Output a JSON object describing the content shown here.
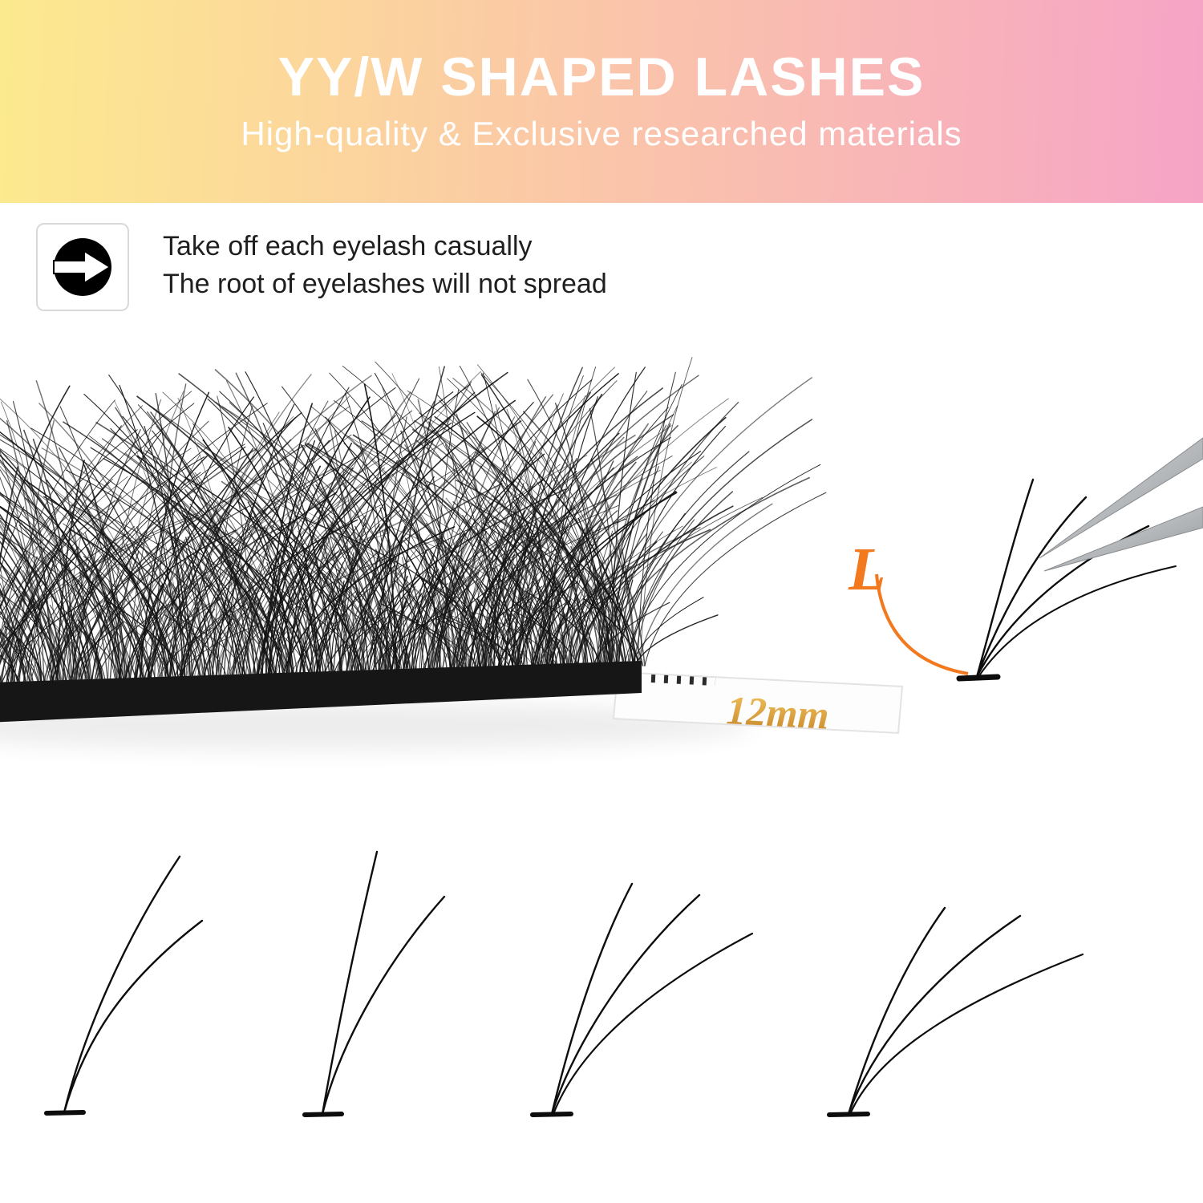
{
  "banner": {
    "title": "YY/W SHAPED LASHES",
    "subtitle": "High-quality & Exclusive researched materials"
  },
  "feature": {
    "line1": "Take off each eyelash casually",
    "line2": "The root of eyelashes will not spread",
    "icon": "arrow-right-circle-icon"
  },
  "tray_label": {
    "text": "12mm"
  },
  "curl_mark": {
    "text": "L"
  },
  "colors": {
    "banner_left": "#fcea8e",
    "banner_right": "#f6a4c6",
    "accent_orange": "#f2791e",
    "gold": "#d8a13f",
    "lash_black": "#0d0d0d"
  }
}
